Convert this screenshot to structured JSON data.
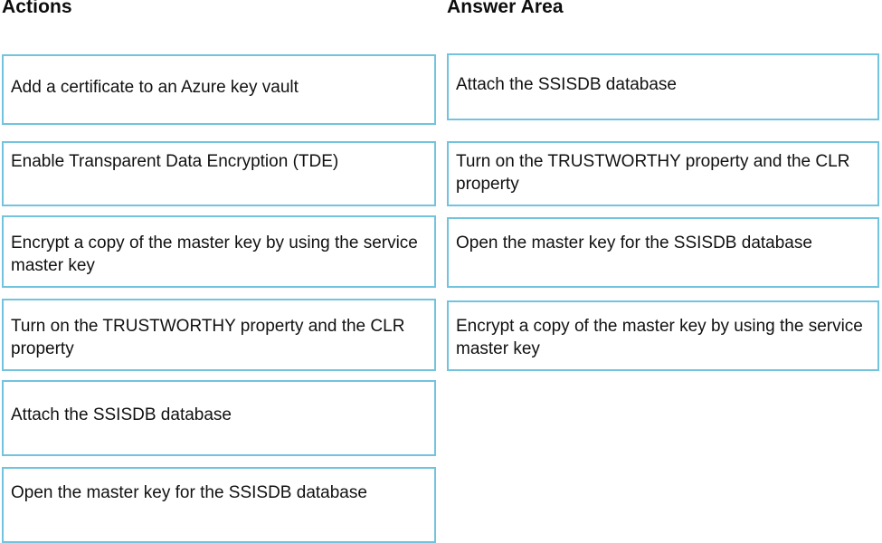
{
  "actions": {
    "title": "Actions",
    "items": [
      {
        "label": "Add a certificate to an Azure key vault"
      },
      {
        "label": "Enable Transparent Data Encryption (TDE)"
      },
      {
        "label": "Encrypt a copy of the master key by using the service master key"
      },
      {
        "label": "Turn on the TRUSTWORTHY property and the CLR property"
      },
      {
        "label": "Attach the SSISDB database"
      },
      {
        "label": "Open the master key for the SSISDB database"
      }
    ]
  },
  "answer_area": {
    "title": "Answer Area",
    "items": [
      {
        "label": "Attach the SSISDB database"
      },
      {
        "label": "Turn on the TRUSTWORTHY property and the CLR property"
      },
      {
        "label": "Open the master key for the SSISDB database"
      },
      {
        "label": "Encrypt a copy of the master key by using the service master key"
      }
    ]
  },
  "style": {
    "box_border_color": "#72c3de",
    "box_fill_color": "#ffffff",
    "text_color": "#111111",
    "background_color": "#ffffff"
  }
}
